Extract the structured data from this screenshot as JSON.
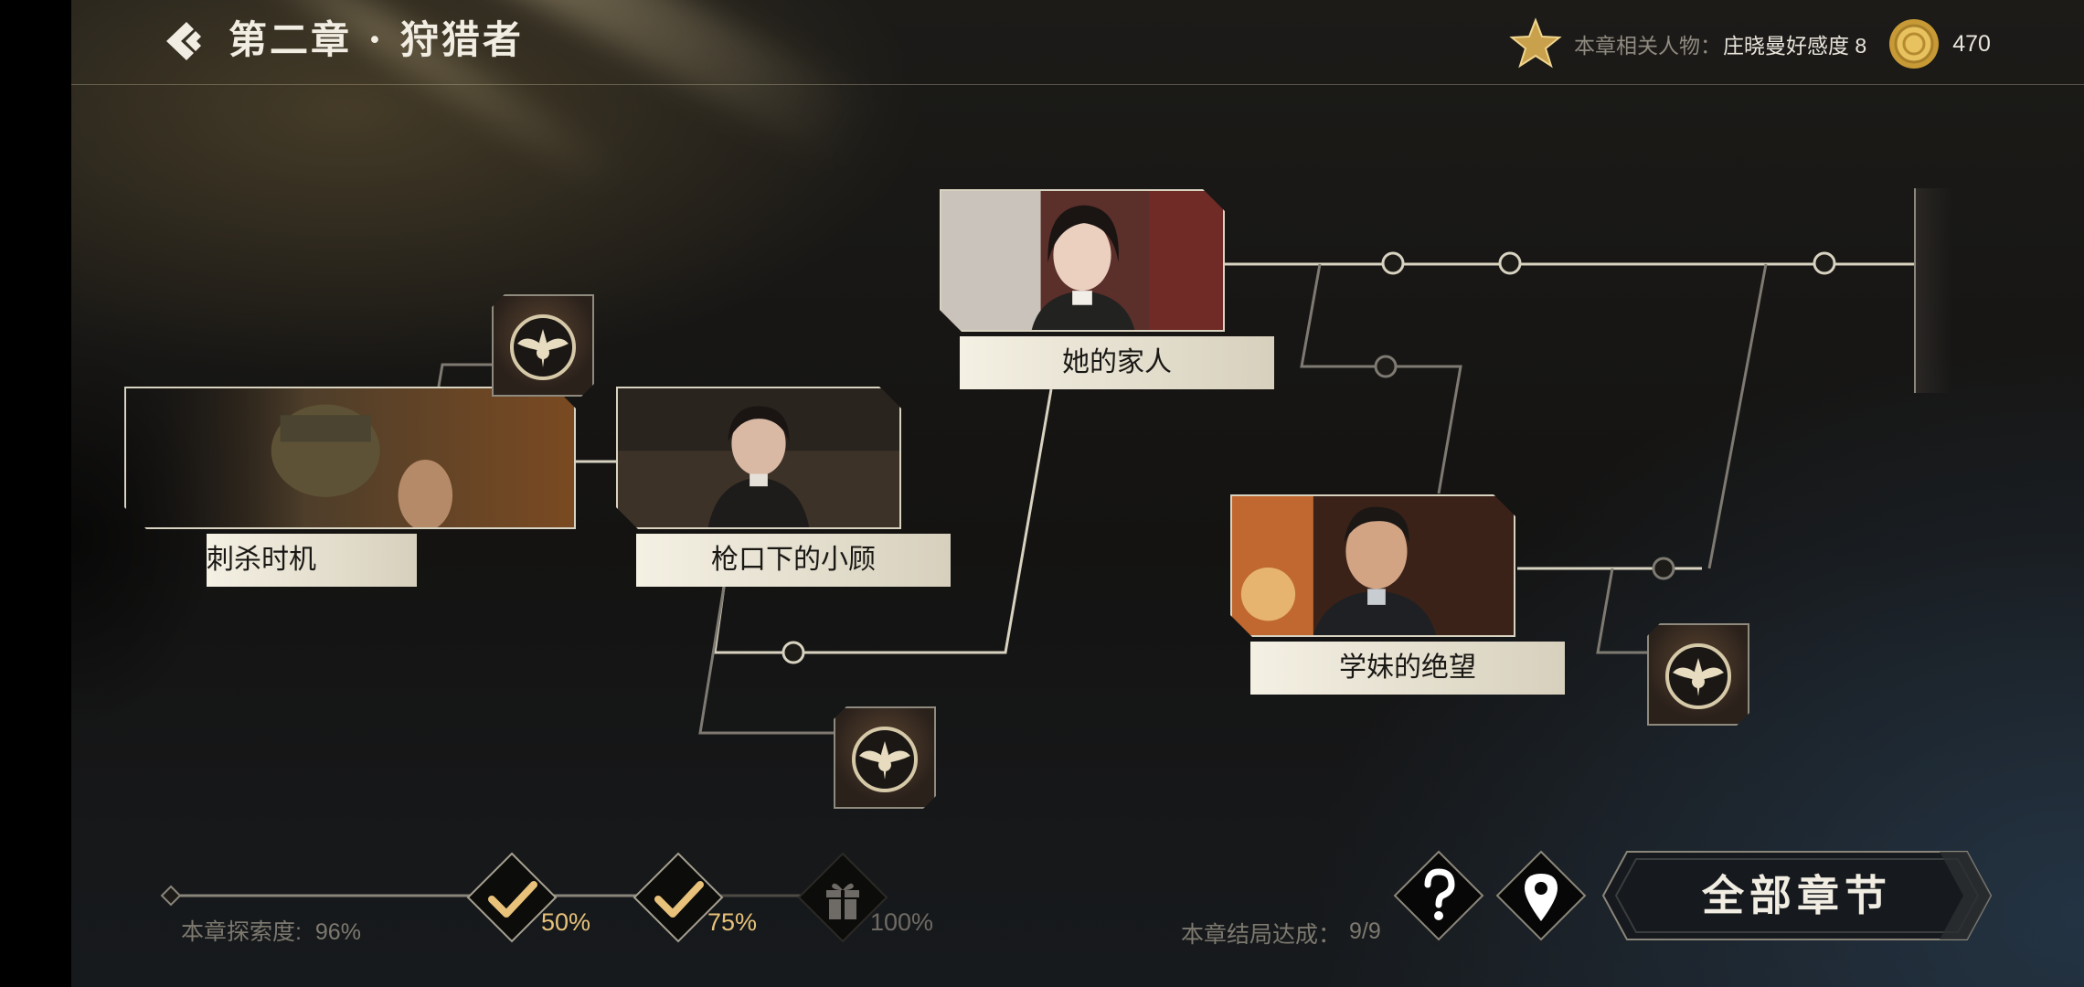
{
  "header": {
    "title": "第二章 · 狩猎者",
    "affection_label": "本章相关人物：",
    "affection_value": "庄晓曼好感度 8",
    "coins": "470"
  },
  "nodes": [
    {
      "label": "刺杀时机"
    },
    {
      "label": "枪口下的小顾"
    },
    {
      "label": "她的家人"
    },
    {
      "label": "学妹的绝望"
    }
  ],
  "progress": {
    "label": "本章探索度:",
    "value": "96%",
    "milestones": [
      {
        "percent": "50%",
        "state": "claimed"
      },
      {
        "percent": "75%",
        "state": "claimed"
      },
      {
        "percent": "100%",
        "state": "locked"
      }
    ]
  },
  "endings": {
    "label": "本章结局达成：",
    "value": "9/9"
  },
  "buttons": {
    "all_chapters": "全部章节"
  },
  "colors": {
    "accent_gold": "#e8c27a",
    "label_bg": "#ece7d8",
    "line": "#d8d2c0",
    "muted_line": "#7e7a72"
  }
}
